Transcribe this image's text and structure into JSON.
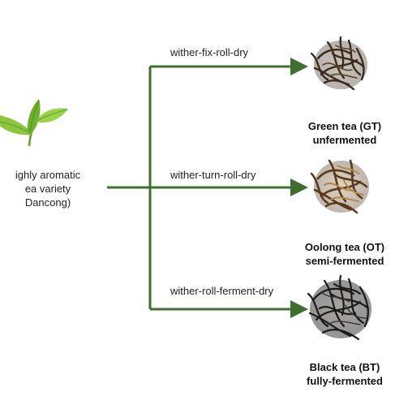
{
  "source": {
    "lines": [
      "ighly aromatic",
      "ea variety",
      "Dancong)"
    ]
  },
  "processes": [
    {
      "label": "wither-fix-roll-dry"
    },
    {
      "label": "wither-turn-roll-dry"
    },
    {
      "label": "wither-roll-ferment-dry"
    }
  ],
  "products": [
    {
      "name": "Green tea (GT)",
      "type": "unfermented"
    },
    {
      "name": "Oolong tea (OT)",
      "type": "semi-fermented"
    },
    {
      "name": "Black tea (BT)",
      "type": "fully-fermented"
    }
  ],
  "colors": {
    "arrow": "#3f6f2f",
    "leaf": "#7cbf3a",
    "green_tea": "#3a2c1c",
    "oolong_tea": "#5a3a1c",
    "black_tea": "#1c1a18"
  },
  "icons": [
    "tea-leaf-icon",
    "green-tea-leaves-icon",
    "oolong-tea-leaves-icon",
    "black-tea-leaves-icon"
  ]
}
